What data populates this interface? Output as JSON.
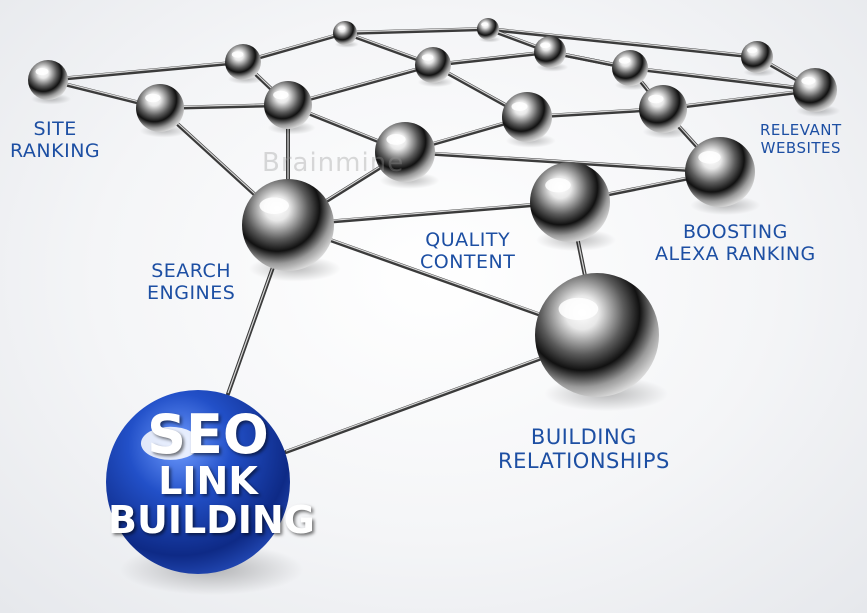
{
  "labels": {
    "site_ranking": [
      "SITE",
      "RANKING"
    ],
    "relevant_websites": [
      "RELEVANT",
      "WEBSITES"
    ],
    "quality_content": [
      "QUALITY",
      "CONTENT"
    ],
    "boosting_alexa": [
      "BOOSTING",
      "ALEXA RANKING"
    ],
    "search_engines": [
      "SEARCH",
      "ENGINES"
    ],
    "building_relationships": [
      "BUILDING",
      "RELATIONSHIPS"
    ]
  },
  "main_sphere": [
    "SEO",
    "LINK",
    "BUILDING"
  ],
  "watermark": "Brainmine",
  "colors": {
    "label_blue": "#1d4fa3",
    "sphere_blue": "#1f47b8",
    "chrome_dark": "#1a1a1a",
    "link_gray": "#4a4a4a"
  }
}
